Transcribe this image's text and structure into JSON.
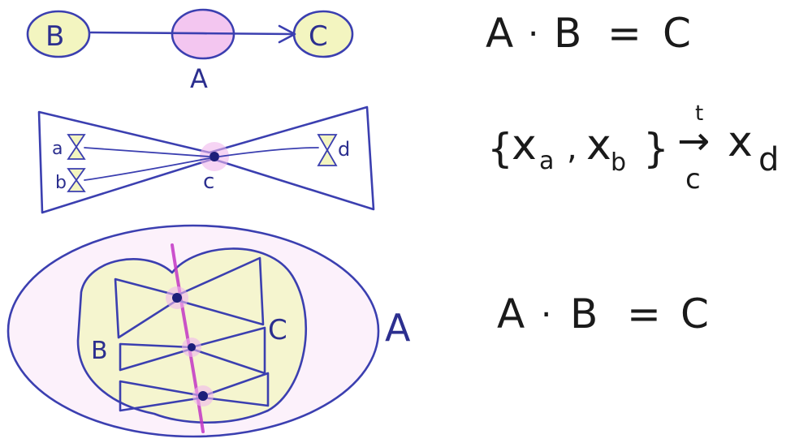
{
  "panel1": {
    "nodes": {
      "b": "B",
      "a": "A",
      "c": "C"
    },
    "equation": {
      "lhs1": "A",
      "op": "·",
      "lhs2": "B",
      "eq": "=",
      "rhs": "C"
    }
  },
  "panel2": {
    "labels": {
      "a": "a",
      "b": "b",
      "c": "c",
      "d": "d"
    },
    "formula": {
      "open": "{",
      "x1": "x",
      "sub1": "a",
      "comma": ",",
      "x2": "x",
      "sub2": "b",
      "close": "}",
      "arrow": "→",
      "over": "t",
      "under": "c",
      "x3": "x",
      "sub3": "d"
    }
  },
  "panel3": {
    "labels": {
      "b": "B",
      "c": "C",
      "a": "A"
    },
    "equation": {
      "lhs1": "A",
      "op": "·",
      "lhs2": "B",
      "eq": "=",
      "rhs": "C"
    }
  },
  "colors": {
    "ink": "#3b3fb0",
    "highlight_pink": "#f0b8ec",
    "highlight_yellow": "#f3f5c0",
    "magenta_stroke": "#c235c4"
  }
}
